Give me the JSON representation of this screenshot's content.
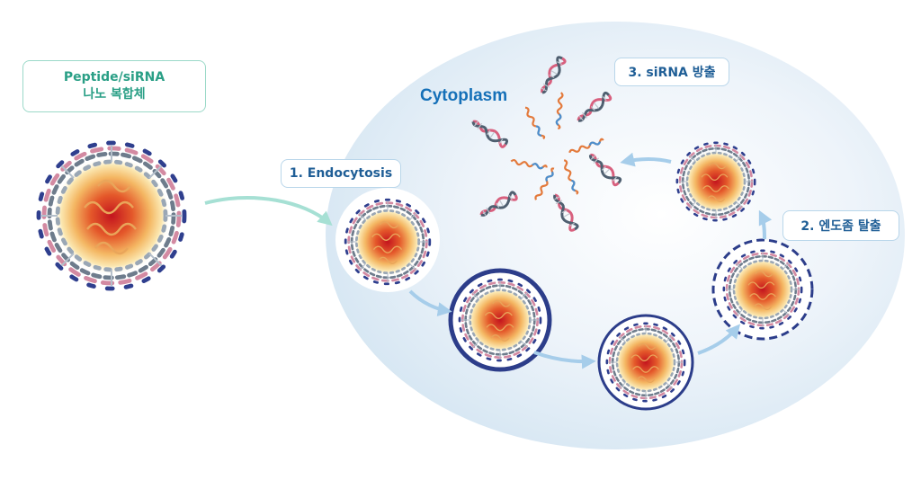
{
  "labels": {
    "complex_line1": "Peptide/siRNA",
    "complex_line2": "나노 복합체",
    "step1": "1. Endocytosis",
    "step2": "2. 엔도좀 탈출",
    "step3": "3. siRNA 방출",
    "cytoplasm": "Cytoplasm"
  },
  "colors": {
    "cell_fill": "#e6f0f8",
    "arrow": "#a6cdea",
    "endosome_ring": "#2c3d8a",
    "label_text_blue": "#1f5e96",
    "label_text_green": "#2a9f86",
    "cytoplasm_text": "#1570b8",
    "dna_pink": "#d8607e",
    "dna_grey": "#4f5f70"
  },
  "icons": [
    "nanoparticle-icon",
    "sirna-duplex-icon",
    "sirna-strand-icon",
    "arrow-icon"
  ]
}
